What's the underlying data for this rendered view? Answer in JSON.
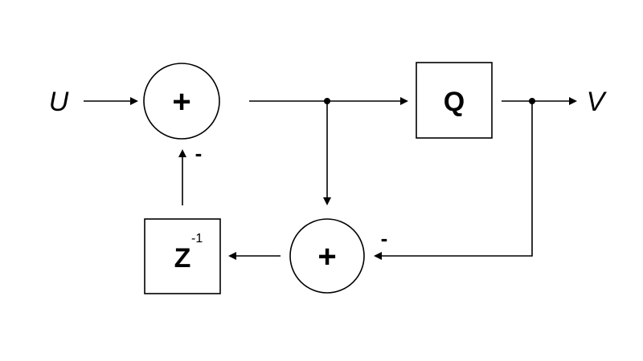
{
  "labels": {
    "input": "U",
    "output": "V",
    "sum_top": "+",
    "sum_bottom": "+",
    "quantizer": "Q",
    "delay_base": "Z",
    "delay_exponent": "-1",
    "sign_feedback_top": "-",
    "sign_feedback_bottom": "-"
  }
}
